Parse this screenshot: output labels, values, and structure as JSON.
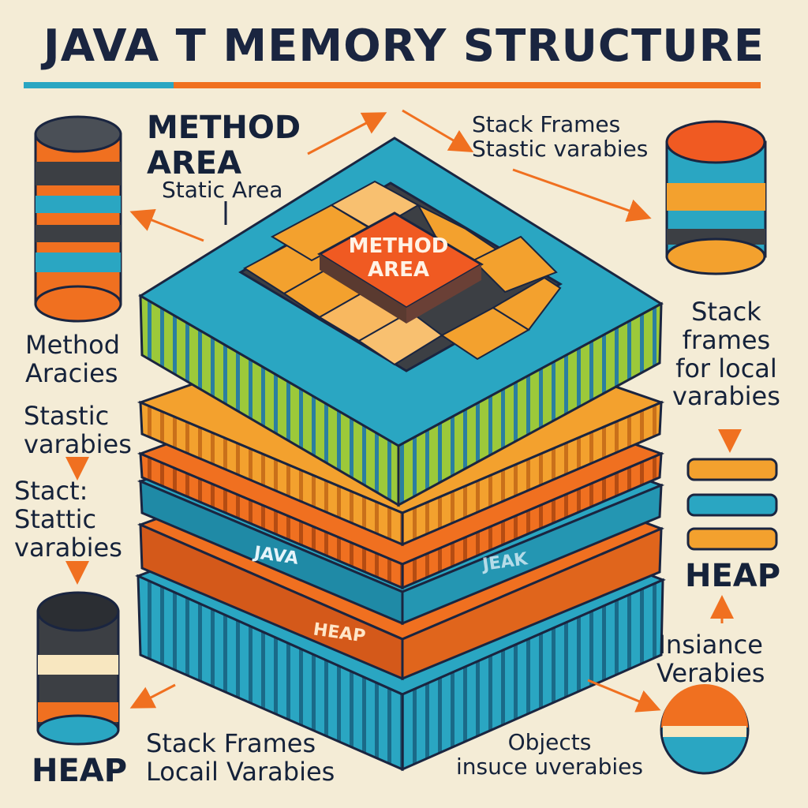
{
  "title": "JAVA T MEMORY STRUCTURE",
  "labels": {
    "method_area_heading": "METHOD\nAREA",
    "static_area": "Static Area",
    "method_aracies": "Method\nAracies",
    "stastic_varabies": "Stastic\nvarabies",
    "stact_stattic": "Stact:\nStattic\nvarabies",
    "heap_left": "HEAP",
    "stack_frames_bottom": "Stack Frames\nLocail Varabies",
    "stack_frames_top": "Stack Frames\nStastic varabies",
    "stack_frames_right": "Stack\nframes\nfor local\nvarabies",
    "heap_right": "HEAP",
    "insiance_verabies": "Insiance\nVerabies",
    "objects": "Objects\ninsuce uverabies"
  },
  "diagram": {
    "center_block_label": "METHOD\nAREA",
    "layer_labels": {
      "java": "JAVA",
      "jeak": "JEAK",
      "heap": "HEAP"
    }
  },
  "colors": {
    "background": "#f4ecd6",
    "teal": "#2aa6c2",
    "orange": "#f07020",
    "amber": "#f3a12e",
    "green": "#9cc93a",
    "navy": "#1a2540",
    "dark": "#3c3f44"
  },
  "icons": [
    "database-cylinder-icon",
    "sphere-icon",
    "arrow-icon"
  ]
}
